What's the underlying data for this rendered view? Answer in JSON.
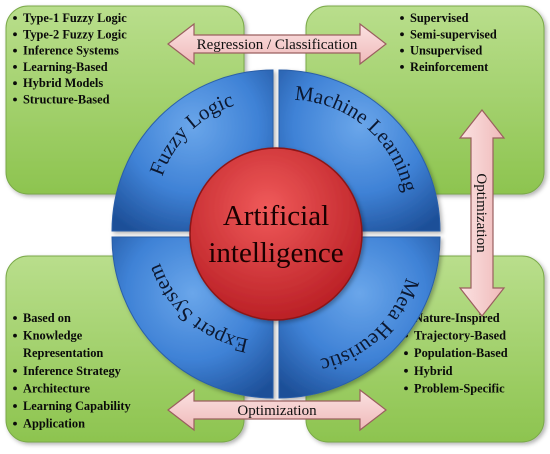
{
  "colors": {
    "box_fill": "#8dc44f",
    "box_fill_light": "#b9de8c",
    "arrow_fill": "#f2c4c4",
    "arrow_stroke": "#9a5f5f",
    "quadrant_fill": "#3f82d6",
    "quadrant_fill_dark": "#1d4f98",
    "center_fill": "#d9262c",
    "center_fill_light": "#f05a5a"
  },
  "center": {
    "line1": "Artificial",
    "line2": "intelligence"
  },
  "quadrants": {
    "top_left": "Fuzzy Logic",
    "top_right": "Machine Learning",
    "bottom_left": "Expert System",
    "bottom_right": "Meta Heuristic"
  },
  "arrows": {
    "top": "Regression / Classification",
    "right": "Optimization",
    "bottom": "Optimization"
  },
  "boxes": {
    "top_left": {
      "items": [
        "Type-1 Fuzzy Logic",
        "Type-2 Fuzzy Logic",
        "Inference Systems",
        "Learning-Based",
        "Hybrid Models",
        "Structure-Based"
      ]
    },
    "top_right": {
      "items": [
        "Supervised",
        "Semi-supervised",
        "Unsupervised",
        "Reinforcement"
      ]
    },
    "bottom_left": {
      "items": [
        "Based on",
        "Knowledge",
        "Representation",
        "Inference Strategy",
        "Architecture",
        "Learning Capability",
        "Application"
      ],
      "bulleted": [
        true,
        true,
        false,
        true,
        true,
        true,
        true
      ]
    },
    "bottom_right": {
      "items": [
        "Nature-Inspired",
        "Trajectory-Based",
        "Population-Based",
        "Hybrid",
        "Problem-Specific"
      ]
    }
  }
}
